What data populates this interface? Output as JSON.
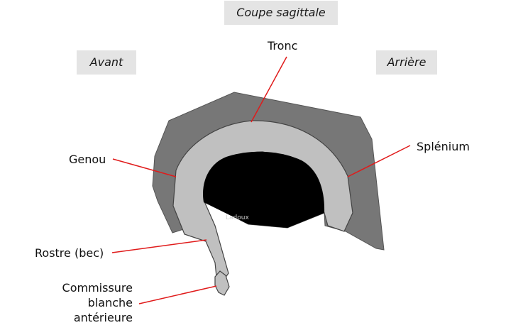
{
  "diagram": {
    "title": "Coupe sagittale",
    "orientation_front": "Avant",
    "orientation_back": "Arrière",
    "labels": {
      "tronc": "Tronc",
      "genou": "Genou",
      "splenium": "Splénium",
      "rostre": "Rostre (bec)",
      "commissure": [
        "Commissure",
        "blanche",
        "antérieure"
      ]
    },
    "watermark": "Ladoux",
    "colors": {
      "outer_region": "#777777",
      "corpus_callosum": "#c0c0c0",
      "ventricle": "#000000",
      "leader_line": "#e01b1b",
      "tag_background": "#e4e4e4"
    }
  }
}
